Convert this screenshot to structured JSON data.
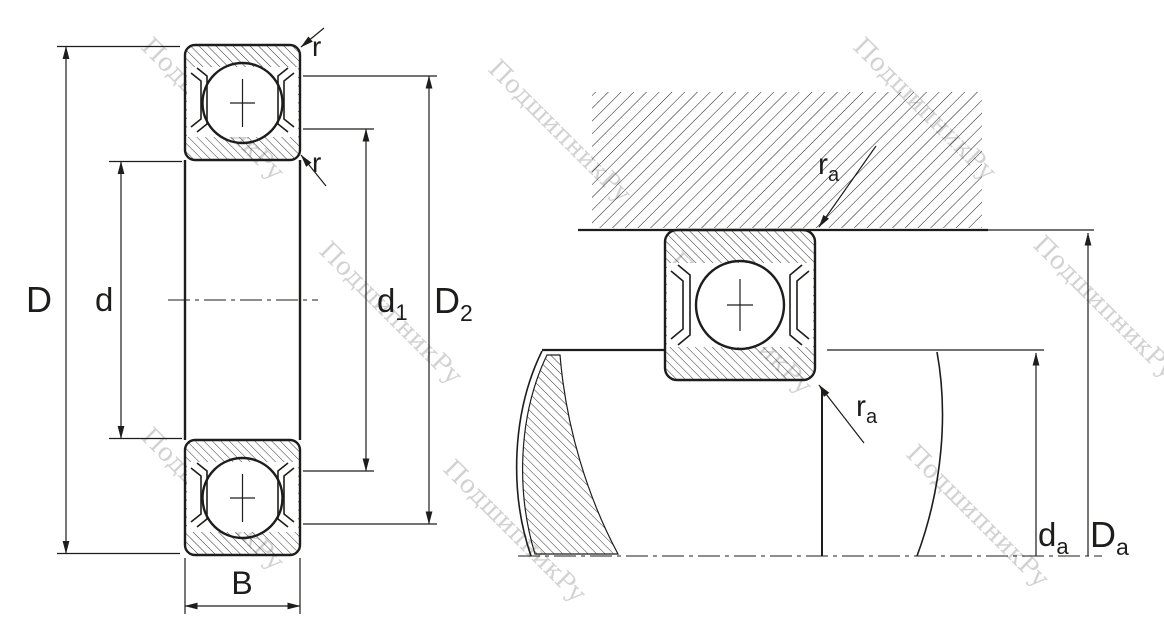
{
  "watermark": {
    "text": "ПодшипникРу"
  },
  "colors": {
    "line": "#1d1d1b",
    "watermark": "#c3c3c3"
  },
  "labels": {
    "D": "D",
    "d": "d",
    "d1": {
      "main": "d",
      "sub": "1"
    },
    "D2": {
      "main": "D",
      "sub": "2"
    },
    "B": "B",
    "r_top": "r",
    "r_mid": "r",
    "ra_top": {
      "main": "r",
      "sub": "a"
    },
    "ra_bottom": {
      "main": "r",
      "sub": "a"
    },
    "da": {
      "main": "d",
      "sub": "a"
    },
    "Da": {
      "main": "D",
      "sub": "a"
    }
  }
}
